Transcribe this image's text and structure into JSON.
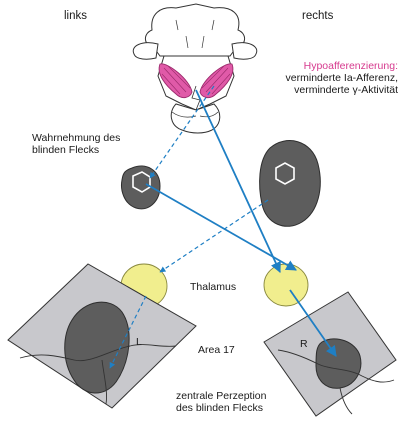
{
  "labels": {
    "left_side": "links",
    "right_side": "rechts",
    "hypo_title": "Hypoafferenzierung:",
    "hypo_line1": "verminderte Ia-Afferenz,",
    "hypo_line2": "verminderte γ-Aktivität",
    "perception_line1": "Wahrnehmung des",
    "perception_line2": "blinden Flecks",
    "thalamus": "Thalamus",
    "area17": "Area 17",
    "cortex_left_marker": "L",
    "cortex_right_marker": "R",
    "central_line1": "zentrale Perzeption",
    "central_line2": "des blinden Flecks"
  },
  "colors": {
    "accent_pink": "#d63a8e",
    "muscle_pink": "#e05aa8",
    "arrow_blue": "#1f7fc4",
    "thalamus_yellow": "#f1ee8e",
    "eye_dark": "#5d5d5d",
    "cortex_bg": "#c8c8cc"
  },
  "icons": {
    "vertebra": "vertebra-illustration",
    "blind_spot_marker": "hexagon-icon"
  }
}
